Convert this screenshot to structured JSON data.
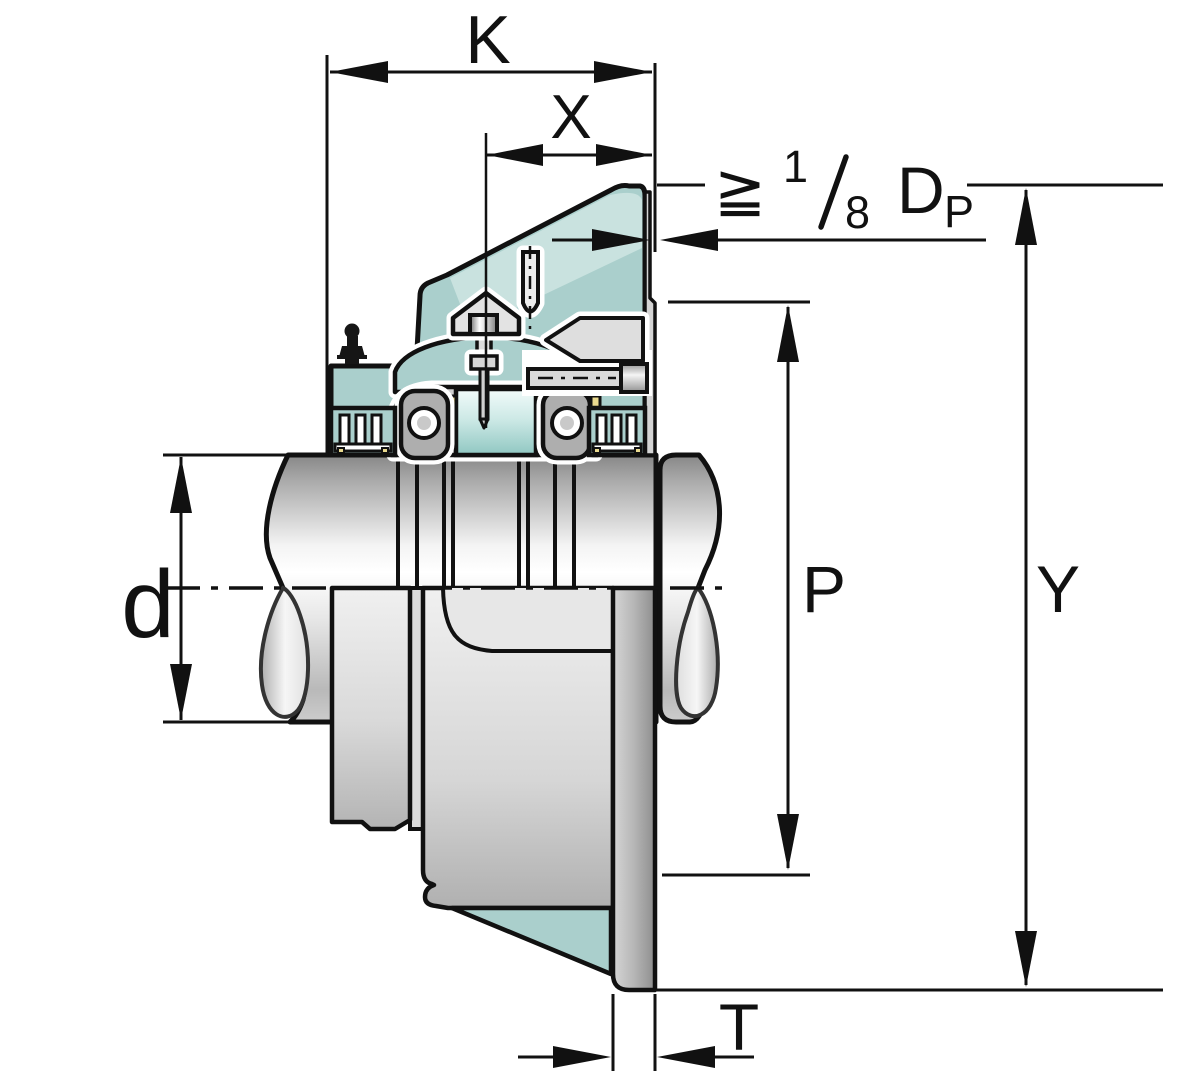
{
  "drawing": {
    "labels": {
      "k": "K",
      "x": "X",
      "d": "d",
      "p": "P",
      "y": "Y",
      "t": "T"
    },
    "note": {
      "geq": "≧",
      "numerator": "1",
      "denominator": "8",
      "diameter_symbol": "D",
      "diameter_subscript": "P"
    },
    "colors": {
      "housing_teal": "#aacfcc",
      "housing_teal_light": "#c9e2df",
      "cage_yellow": "#e9d98e",
      "metal_light": "#ededed",
      "metal_mid": "#bdbdbd",
      "metal_dark": "#8f8f8f",
      "outline": "#111111",
      "background": "#ffffff"
    }
  }
}
